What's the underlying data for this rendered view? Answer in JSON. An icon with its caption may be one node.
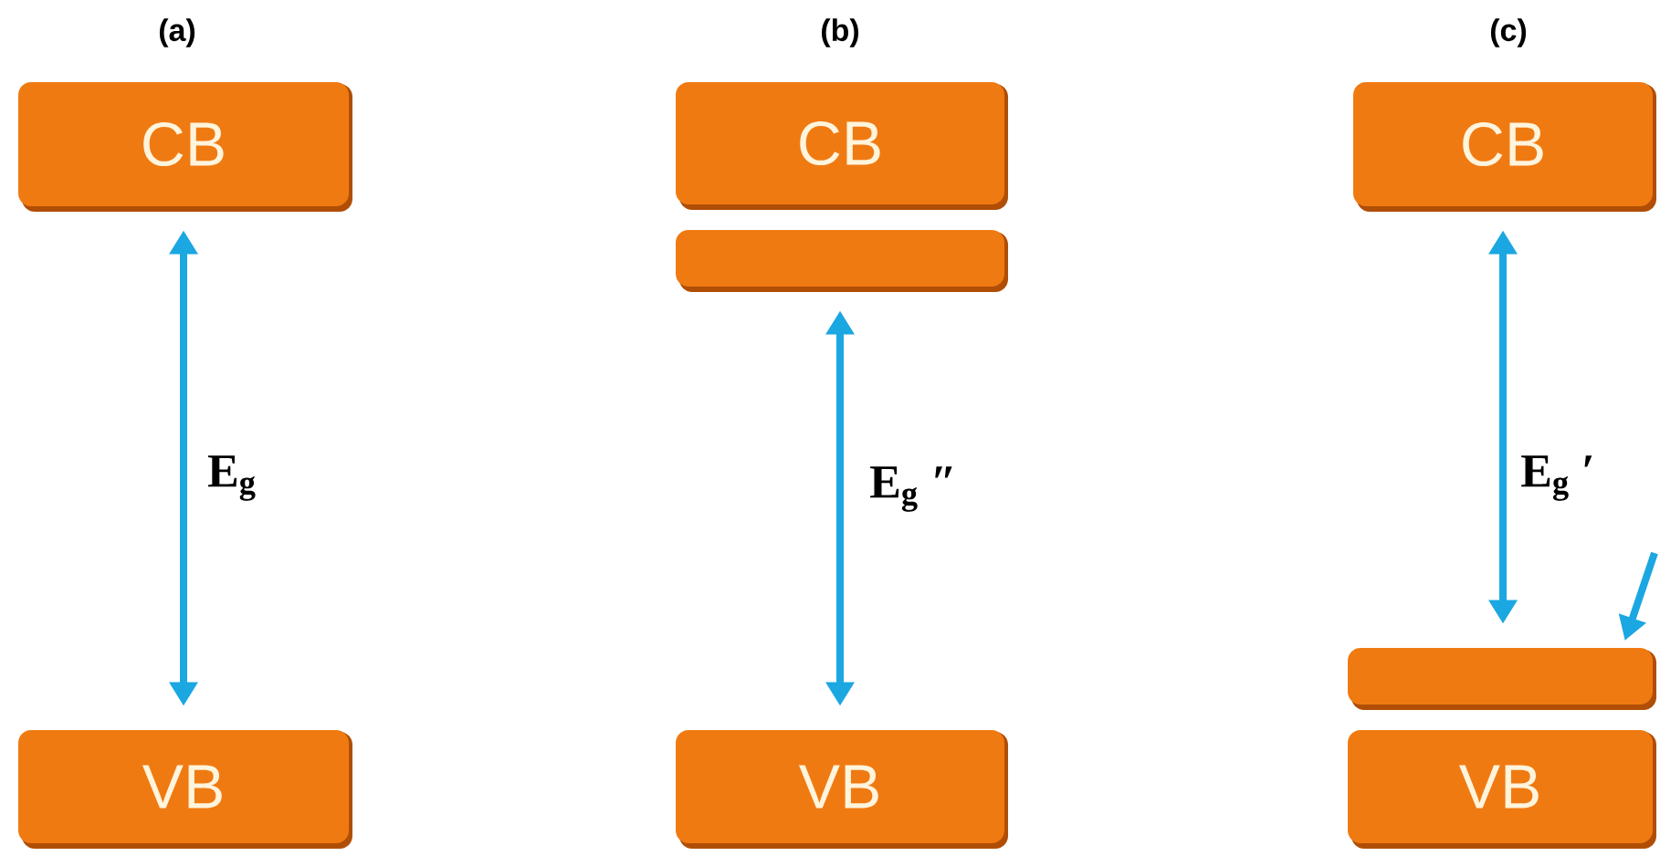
{
  "diagram": {
    "nodes": [
      {
        "text": [
          "CB"
        ]
      },
      {
        "text": [
          "VB"
        ]
      },
      {
        "text": [
          "CB"
        ]
      },
      {
        "text": [],
        "shape": "bar"
      },
      {
        "text": [
          "VB"
        ]
      },
      {
        "text": [
          "CB"
        ]
      },
      {
        "text": [],
        "shape": "bar"
      },
      {
        "text": [
          "VB"
        ]
      }
    ],
    "edges": [
      {
        "from": 0,
        "to": 1,
        "arrow": "both",
        "label": "E$_{g}$"
      },
      {
        "from": 3,
        "to": 4,
        "arrow": "both",
        "label": "E$_{g}$ ″"
      },
      {
        "from": 5,
        "to": 6,
        "arrow": "both",
        "label": "E$_{g}$ ′"
      },
      {
        "from": null,
        "to": 6,
        "arrow": "to"
      }
    ],
    "labels": [
      "(a)",
      "(b)",
      "(c)"
    ]
  }
}
